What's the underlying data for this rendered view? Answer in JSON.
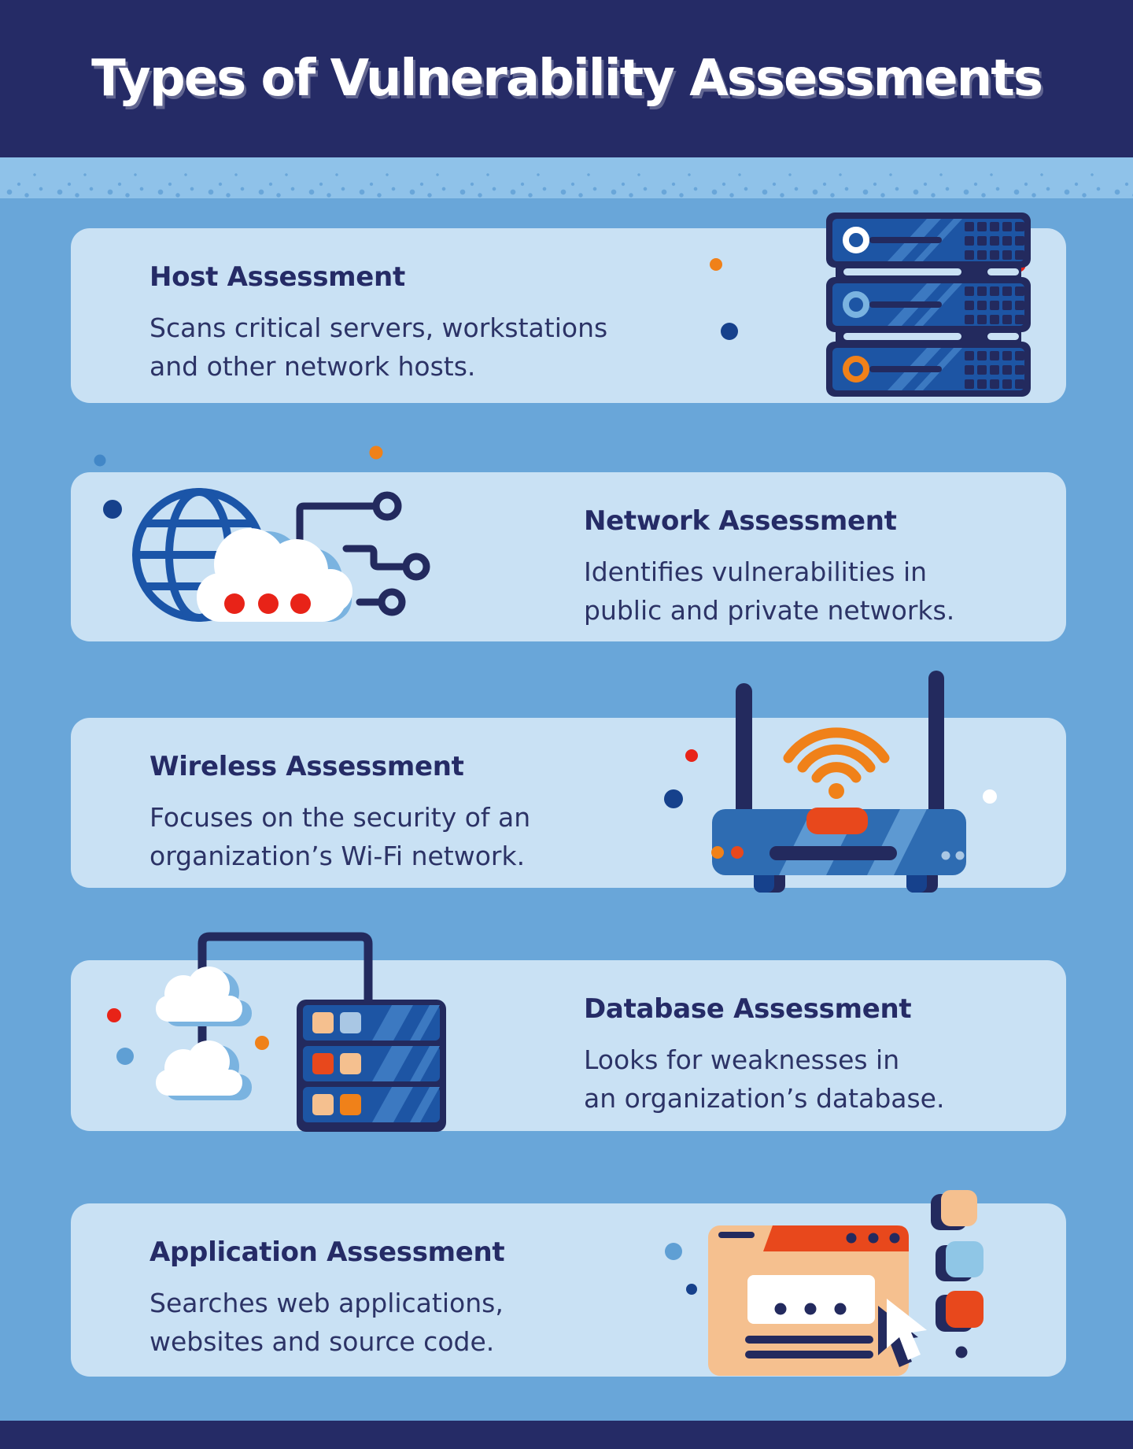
{
  "colors": {
    "navy": "#232a5e",
    "header-bg": "#252b66",
    "page-bg": "#69a6d9",
    "band-bg": "#8fc2e9",
    "card-bg": "#c9e1f4",
    "heading-text": "#252b66",
    "body-text": "#2c3366",
    "blue": "#1d55a4",
    "mid-blue": "#2e6cb2",
    "stripe-blue": "#3c79c1",
    "stripe-light": "#5d99d2",
    "deep-blue": "#16418c",
    "dot-blue": "#4287c7",
    "dot-blue2": "#5f9fd4",
    "light-blue": "#7ab3e0",
    "sky": "#a9c7e4",
    "sky2": "#8fc6e6",
    "globe-blue": "#1b55a8",
    "orange": "#f08119",
    "red-orange": "#e8481c",
    "red": "#e82318",
    "peach": "#f5c08f",
    "white": "#ffffff"
  },
  "header": {
    "title": "Types of Vulnerability Assessments"
  },
  "sections": [
    {
      "id": "host",
      "icon": "server-rack-icon",
      "title": "Host Assessment",
      "description": "Scans critical servers, workstations\nand other network hosts."
    },
    {
      "id": "network",
      "icon": "globe-cloud-icon",
      "title": "Network Assessment",
      "description": "Identifies vulnerabilities in\npublic and private networks."
    },
    {
      "id": "wireless",
      "icon": "wifi-router-icon",
      "title": "Wireless Assessment",
      "description": "Focuses on the security of an\norganization’s Wi-Fi network."
    },
    {
      "id": "database",
      "icon": "cloud-database-icon",
      "title": "Database Assessment",
      "description": "Looks for weaknesses in\nan organization’s database."
    },
    {
      "id": "application",
      "icon": "browser-window-icon",
      "title": "Application Assessment",
      "description": "Searches web applications,\nwebsites and source code."
    }
  ]
}
